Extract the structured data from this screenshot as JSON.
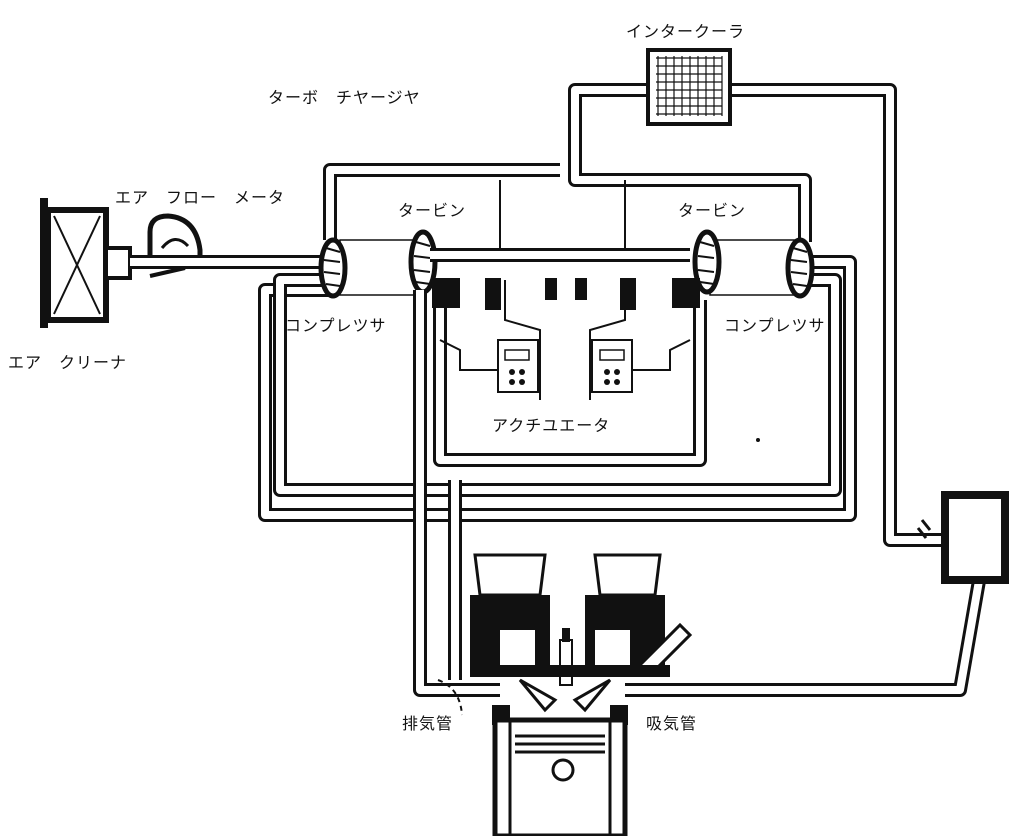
{
  "labels": {
    "intercooler": "インタークーラ",
    "turbocharger": "ターボ　チヤージヤ",
    "air_flow_meter": "エア　フロー　メータ",
    "turbine_left": "タービン",
    "turbine_right": "タービン",
    "compressor_left": "コンプレツサ",
    "compressor_right": "コンプレツサ",
    "air_cleaner": "エア　クリーナ",
    "actuator": "アクチユエータ",
    "exhaust_pipe": "排気管",
    "intake_pipe": "吸気管"
  }
}
